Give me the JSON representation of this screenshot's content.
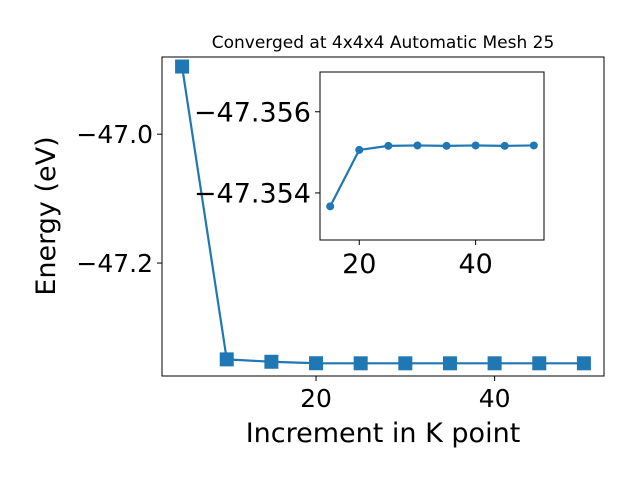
{
  "chart_data": [
    {
      "type": "line",
      "title": "Converged at 4x4x4 Automatic Mesh 25",
      "xlabel": "Increment in K point",
      "ylabel": "Energy (eV)",
      "marker": "square",
      "color": "#1f77b4",
      "x": [
        5,
        10,
        15,
        20,
        25,
        30,
        35,
        40,
        45,
        50
      ],
      "y": [
        -46.895,
        -47.3495,
        -47.3532,
        -47.3555,
        -47.3556,
        -47.3556,
        -47.3556,
        -47.3556,
        -47.3556,
        -47.3556
      ],
      "xlim": [
        2.75,
        52.25
      ],
      "ylim": [
        -47.3753,
        -46.8802
      ],
      "xticks": [
        20,
        40
      ],
      "xtick_labels": [
        "20",
        "40"
      ],
      "yticks": [
        -47.0,
        -47.2
      ],
      "ytick_labels": [
        "−47.0",
        "−47.2"
      ],
      "grid": false
    },
    {
      "type": "line",
      "title": "",
      "xlabel": "",
      "ylabel": "",
      "marker": "circle",
      "color": "#1f77b4",
      "x": [
        15,
        20,
        25,
        30,
        35,
        40,
        45,
        50
      ],
      "y": [
        -47.35367,
        -47.35506,
        -47.35516,
        -47.35517,
        -47.35516,
        -47.35517,
        -47.35516,
        -47.35517
      ],
      "xlim": [
        13.25,
        51.75
      ],
      "ylim": [
        -47.35284,
        -47.35698
      ],
      "xticks": [
        20,
        40
      ],
      "xtick_labels": [
        "20",
        "40"
      ],
      "yticks": [
        -47.354,
        -47.356
      ],
      "ytick_labels": [
        "−47.354",
        "−47.356"
      ],
      "grid": false
    }
  ]
}
